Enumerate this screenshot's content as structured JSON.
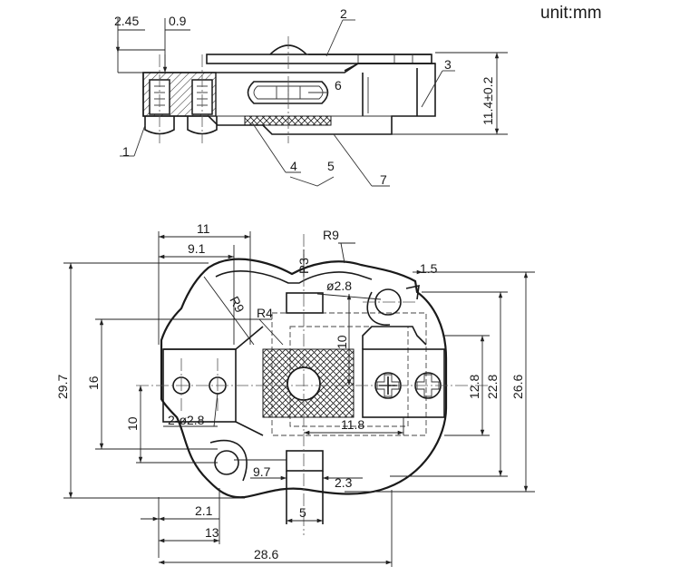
{
  "unit_label": "unit:mm",
  "side_view": {
    "dims": {
      "d_2_45": "2.45",
      "d_0_9": "0.9",
      "d_11_4": "11.4±0.2"
    },
    "parts": {
      "p1": "1",
      "p2": "2",
      "p3": "3",
      "p4": "4",
      "p5": "5",
      "p6": "6",
      "p7": "7"
    }
  },
  "top_view": {
    "dims": {
      "d_11": "11",
      "d_9_1": "9.1",
      "d_R9_top": "R9",
      "d_R3": "R3",
      "d_1_5": "1.5",
      "d_phi_2_8": "ø2.8",
      "d_R9_left": "R9",
      "d_R4": "R4",
      "d_10_v": "10",
      "d_29_7": "29.7",
      "d_16": "16",
      "d_10_left": "10",
      "d_2_phi_2_8": "2-ø2.8",
      "d_11_8": "11.8",
      "d_12_8": "12.8",
      "d_22_8": "22.8",
      "d_26_6": "26.6",
      "d_9_7": "9.7",
      "d_2_3": "2.3",
      "d_2_1": "2.1",
      "d_5": "5",
      "d_13": "13",
      "d_28_6": "28.6"
    }
  }
}
